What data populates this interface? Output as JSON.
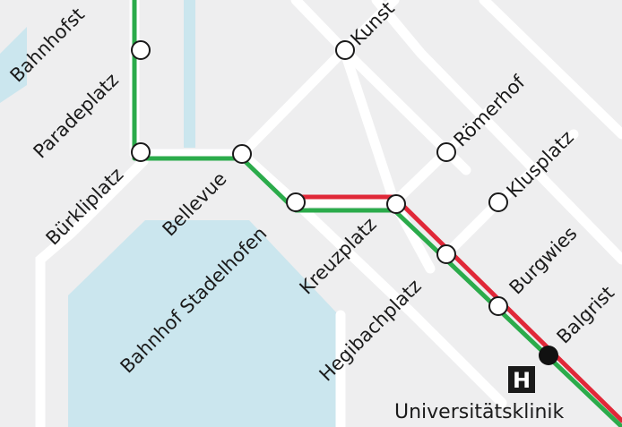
{
  "colors": {
    "background": "#eeeeef",
    "street": "#ffffff",
    "water": "#cbe6ee",
    "line_green": "#2bab4b",
    "line_red": "#e02838",
    "station_fill": "#ffffff",
    "station_stroke": "#1a1a1a",
    "highlight_station": "#111111",
    "hospital_box": "#1a1a1a"
  },
  "stations": {
    "bahnhofstrasse": "Bahnhofst",
    "paradeplatz": "Paradeplatz",
    "buerkliplatz": "Bürkliplatz",
    "bellevue": "Bellevue",
    "bahnhof_stadelhofen": "Bahnhof Stadelhofen",
    "kunsthaus": "Kunst",
    "roemerhof": "Römerhof",
    "klusplatz": "Klusplatz",
    "kreuzplatz": "Kreuzplatz",
    "hegibachplatz": "Hegibachplatz",
    "burgwies": "Burgwies",
    "balgrist": "Balgrist"
  },
  "hospital": {
    "icon": "hospital-icon",
    "letter": "H",
    "label": "Universitätsklinik"
  }
}
